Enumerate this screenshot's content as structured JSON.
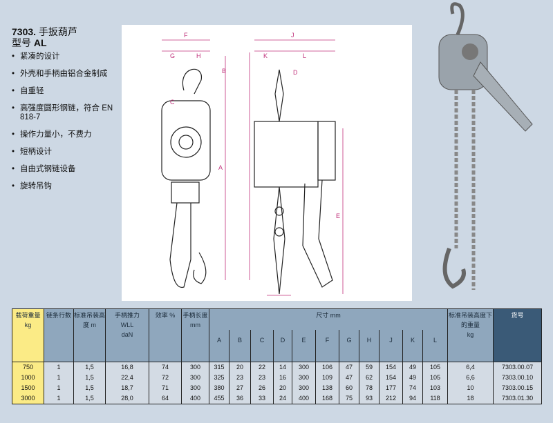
{
  "title": {
    "code": "7303.",
    "name": "手扳葫芦",
    "model_prefix": "型号",
    "model": "AL"
  },
  "features": [
    "紧凑的设计",
    "外壳和手柄由铝合金制成",
    "自重轻",
    "高强度圆形钢链，符合 EN 818-7",
    "操作力量小，不费力",
    "短柄设计",
    "自由式钢链设备",
    "旋转吊钩"
  ],
  "diagram": {
    "labels": {
      "F": "F",
      "G": "G",
      "H": "H",
      "B": "B",
      "C": "C",
      "A": "A",
      "J": "J",
      "K": "K",
      "L": "L",
      "D": "D",
      "E": "E"
    }
  },
  "table": {
    "headers": {
      "load": "载荷重量kg",
      "chains": "链条行数",
      "lift": "标准吊装高度 m",
      "pull_1": "手柄推力",
      "pull_2": "WLL",
      "pull_3": "daN",
      "eff": "效率 %",
      "handle_1": "手柄长度",
      "handle_2": "mm",
      "dims": "尺寸  mm",
      "weight_1": "标准吊装高度下的重量",
      "weight_2": "kg",
      "article": "货号"
    },
    "dim_cols": [
      "A",
      "B",
      "C",
      "D",
      "E",
      "F",
      "G",
      "H",
      "J",
      "K",
      "L"
    ],
    "rows": [
      [
        "750",
        "1",
        "1,5",
        "16,8",
        "74",
        "300",
        "315",
        "20",
        "22",
        "14",
        "300",
        "106",
        "47",
        "59",
        "154",
        "49",
        "105",
        "6,4",
        "7303.00.07"
      ],
      [
        "1000",
        "1",
        "1,5",
        "22,4",
        "72",
        "300",
        "325",
        "23",
        "23",
        "16",
        "300",
        "109",
        "47",
        "62",
        "154",
        "49",
        "105",
        "6,6",
        "7303.00.10"
      ],
      [
        "1500",
        "1",
        "1,5",
        "18,7",
        "71",
        "300",
        "380",
        "27",
        "26",
        "20",
        "300",
        "138",
        "60",
        "78",
        "177",
        "74",
        "103",
        "10",
        "7303.00.15"
      ],
      [
        "3000",
        "1",
        "1,5",
        "28,0",
        "64",
        "400",
        "455",
        "36",
        "33",
        "24",
        "400",
        "168",
        "75",
        "93",
        "212",
        "94",
        "118",
        "18",
        "7303.01.30"
      ]
    ]
  }
}
